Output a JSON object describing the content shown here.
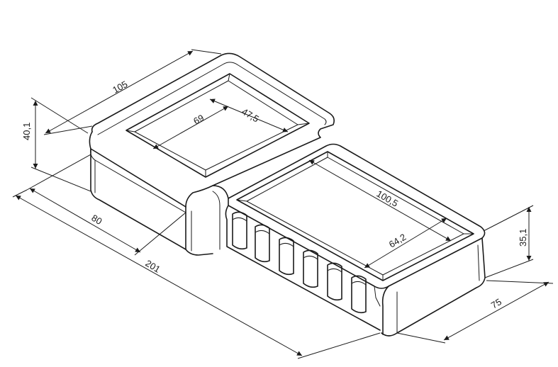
{
  "dimensions": {
    "top_length": "105",
    "height_left": "40,1",
    "window_width": "69",
    "window_depth": "47,5",
    "width_left": "80",
    "total_length": "201",
    "lcd_length": "100,5",
    "lcd_width": "64,2",
    "height_right": "35,1",
    "width_right": "75"
  }
}
